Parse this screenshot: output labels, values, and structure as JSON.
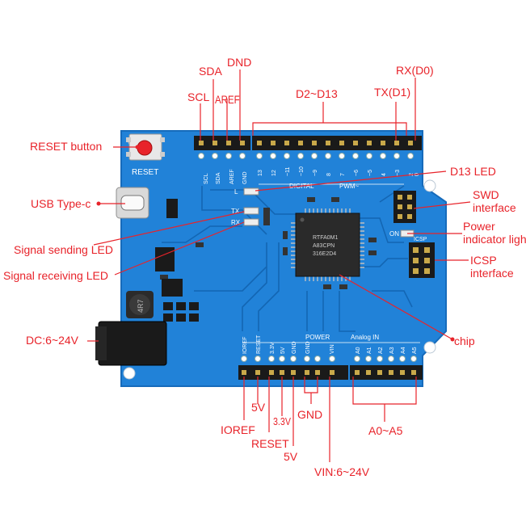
{
  "labels": {
    "sda": "SDA",
    "dnd": "DND",
    "rx_d0": "RX(D0)",
    "scl": "SCL",
    "aref": "AREF",
    "d2_d13": "D2~D13",
    "tx_d1": "TX(D1)",
    "reset_button": "RESET button",
    "d13_led": "D13 LED",
    "swd_interface": "SWD\ninterface",
    "usb_typec": "USB Type-c",
    "power_indicator": "Power\nindicator light",
    "signal_sending": "Signal sending LED",
    "icsp_interface": "ICSP\ninterface",
    "signal_receiving": "Signal receiving LED",
    "dc_input": "DC:6~24V",
    "chip": "chip",
    "v5_a": "5V",
    "ioref": "IOREF",
    "v33": "3.3V",
    "gnd": "GND",
    "a0_a5": "A0~A5",
    "reset": "RESET",
    "v5_b": "5V",
    "vin": "VIN:6~24V"
  },
  "silkscreen": {
    "reset": "RESET",
    "scl": "SCL",
    "sda": "SDA",
    "aref": "AREF",
    "gnd": "GND",
    "digital": "DIGITAL",
    "pwm": "PWM~",
    "tx": "TX",
    "rx": "RX",
    "l": "L",
    "on": "ON",
    "icsp": "ICSP",
    "power": "POWER",
    "analog_in": "Analog IN",
    "inductor": "4R7",
    "chip_line1": "RTFA0M1",
    "chip_line2": "A83CPN",
    "chip_line3": "316E2D4",
    "digital_pins": [
      "13",
      "12",
      "~11",
      "~10",
      "~9",
      "8",
      "7",
      "~6",
      "~5",
      "4",
      "~3",
      "2",
      "1",
      "0"
    ],
    "power_pins": [
      "IOREF",
      "RESET",
      "3.3V",
      "5V",
      "GND",
      "GND",
      "VIN"
    ],
    "analog_pins": [
      "A0",
      "A1",
      "A2",
      "A3",
      "A4",
      "A5"
    ]
  },
  "colors": {
    "label": "#e8232a",
    "board": "#1e84d6",
    "trace": "#1368b8",
    "header": "#1a1a1a"
  }
}
